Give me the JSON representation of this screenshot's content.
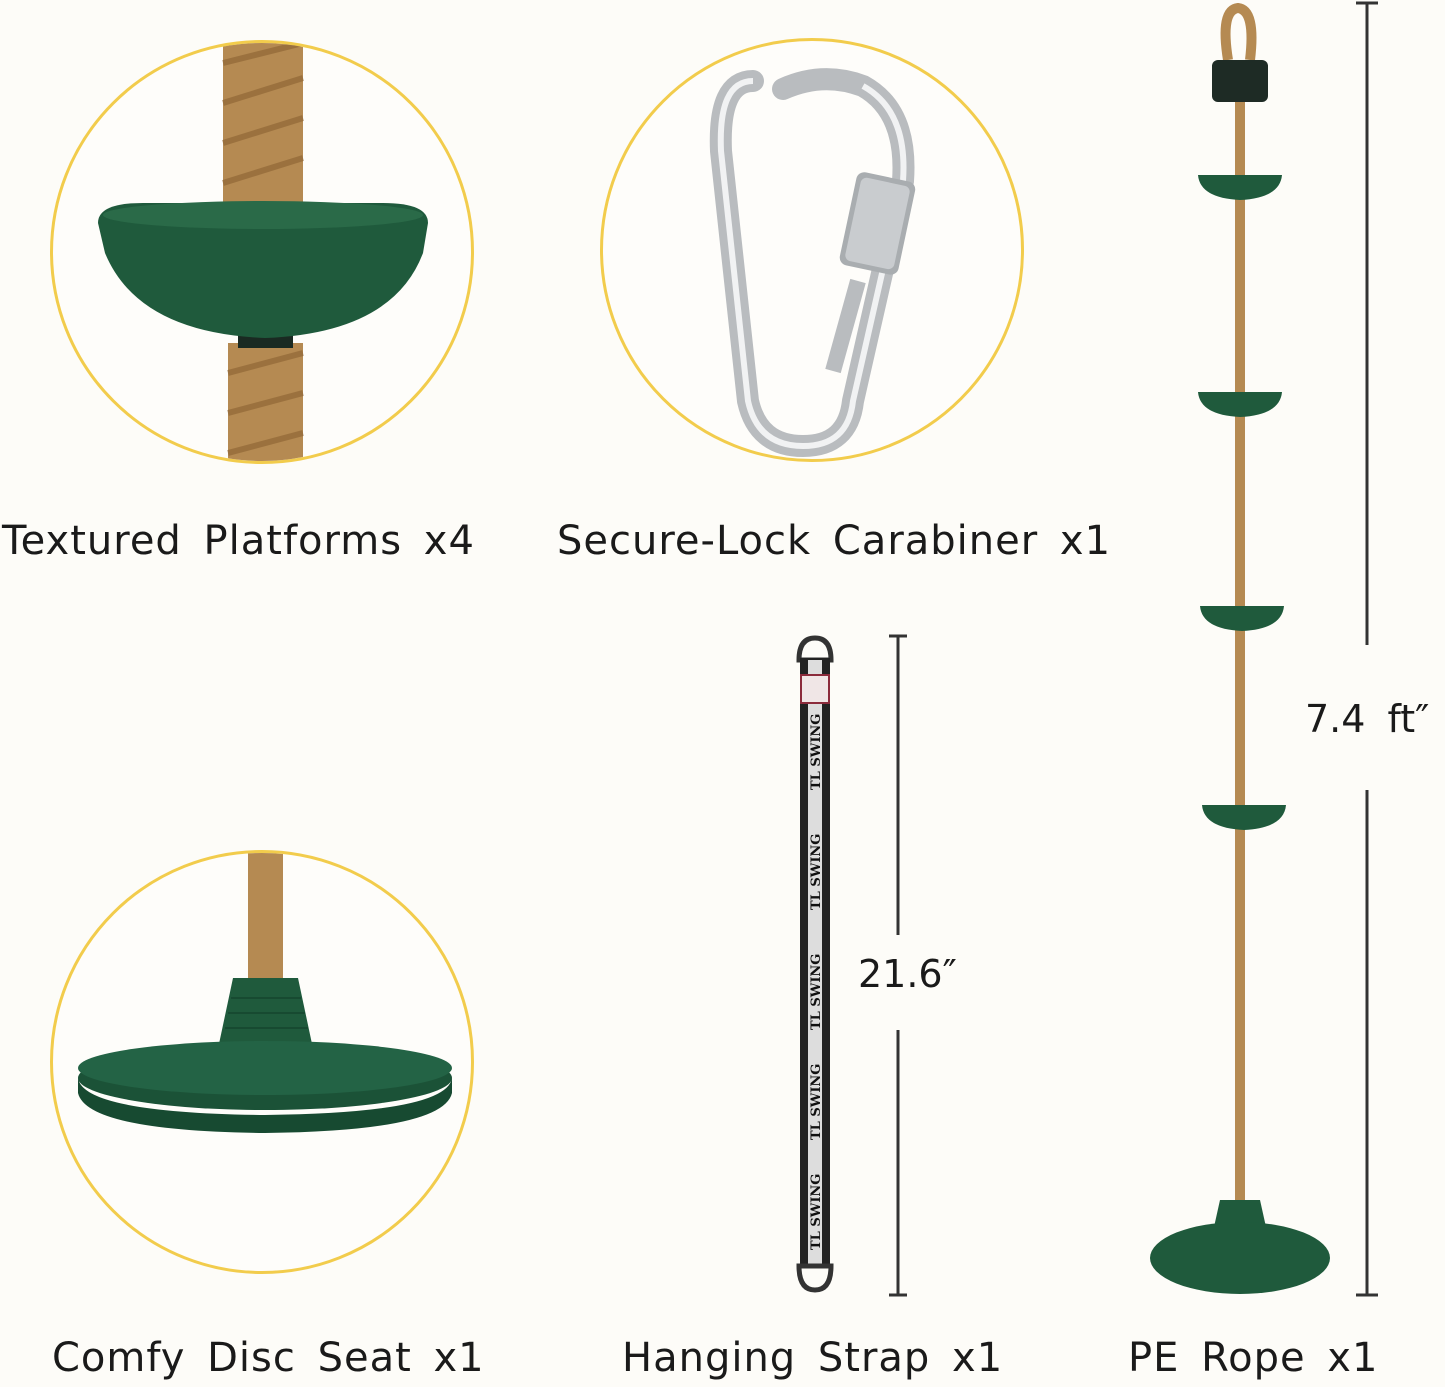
{
  "colors": {
    "background": "#fdfcf8",
    "circle_border": "#f2cc4c",
    "plastic_green": "#1f5a3c",
    "rope": "#b8915a",
    "dimension_line": "#333333"
  },
  "items": [
    {
      "label": "Textured Platforms x4"
    },
    {
      "label": "Secure-Lock Carabiner x1"
    },
    {
      "label": "Comfy Disc Seat x1"
    },
    {
      "label": "Hanging Strap x1"
    },
    {
      "label": "PE Rope x1"
    }
  ],
  "dimensions": {
    "strap_length": "21.6″",
    "rope_length": "7.4 ft″"
  },
  "strap_text": "TL SWING"
}
